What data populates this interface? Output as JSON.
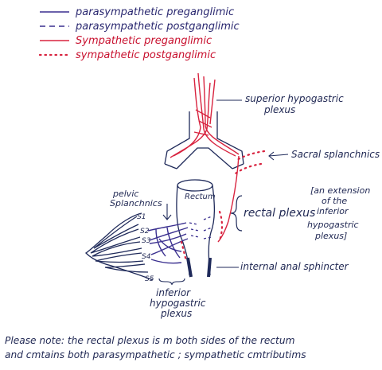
{
  "legend": {
    "items": [
      {
        "line": "solid",
        "color": "#3a2f8f",
        "label": "parasympathetic preganglimic"
      },
      {
        "line": "dashed",
        "color": "#3a2f8f",
        "label": "parasympathetic postganglimic"
      },
      {
        "line": "solid",
        "color": "#d8233f",
        "label": "Sympathetic preganglimic"
      },
      {
        "line": "dotted",
        "color": "#d8233f",
        "label": "sympathetic postganglimic"
      }
    ]
  },
  "labels": {
    "superior_plexus_1": "superior hypogastric",
    "superior_plexus_2": "plexus",
    "sacral_splanchnics": "Sacral splanchnics",
    "pelvic_splanchnics_1": "pelvic",
    "pelvic_splanchnics_2": "Splanchnics",
    "rectum": "Rectum",
    "rectal_plexus": "rectal plexus",
    "extension_1": "[an extension",
    "extension_2": "of the",
    "extension_3": "inferior",
    "extension_4": "hypogastric",
    "extension_5": "plexus]",
    "s1": "S1",
    "s2": "S2",
    "s3": "S3",
    "s4": "S4",
    "s5": "S5",
    "internal_sphincter": "internal anal sphincter",
    "inferior_plexus_1": "inferior",
    "inferior_plexus_2": "hypogastric",
    "inferior_plexus_3": "plexus"
  },
  "note": {
    "line1": "Please note: the rectal plexus is m both sides of the rectum",
    "line2": "and cmtains both parasympathetic ; sympathetic cmtributims"
  },
  "colors": {
    "purple": "#3a2f8f",
    "red": "#d8233f",
    "dark": "#1f2a5a",
    "gray": "#777777"
  }
}
